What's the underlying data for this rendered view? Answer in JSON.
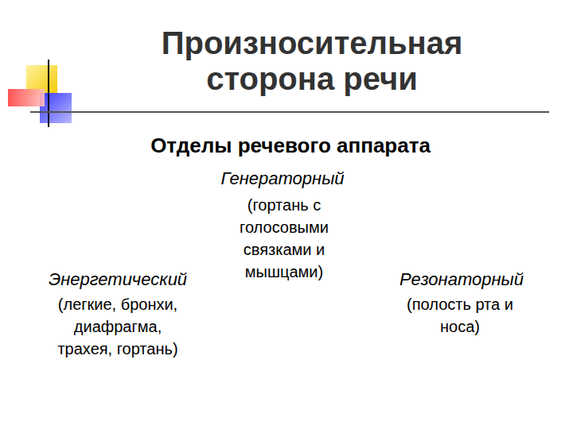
{
  "diagram": {
    "title": "Произносительная сторона речи",
    "labels": [
      "Отделы речевого аппарата",
      "Генераторный",
      "(гортань с голосовыми связками и мышцами)",
      "Энергетический",
      "(легкие, бронхи, диафрагма, трахея, гортань)",
      "Резонаторный",
      "(полость рта и носа)"
    ]
  }
}
